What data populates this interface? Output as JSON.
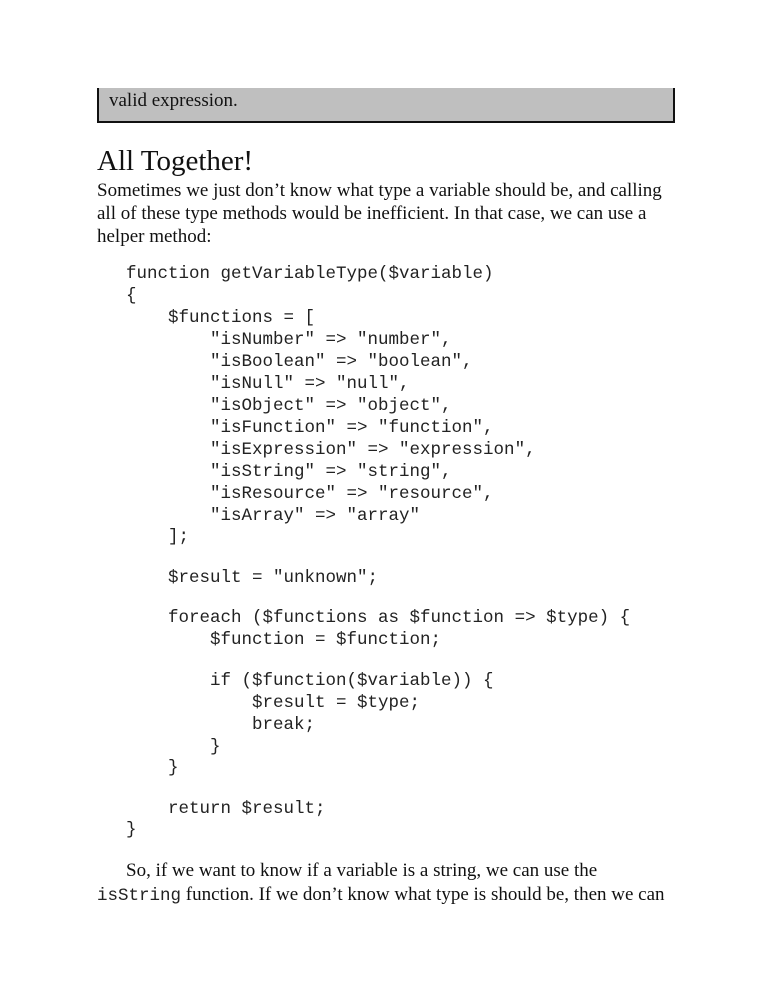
{
  "note": {
    "text": "valid expression."
  },
  "section": {
    "heading": "All Together!",
    "intro_lines": [
      "Sometimes we just don’t know what type a variable should be, and calling",
      "all of these type methods would be inefficient. In that case, we can use a",
      "helper method:"
    ]
  },
  "code": {
    "lines": [
      "function getVariableType($variable)",
      "{",
      "    $functions = [",
      "        \"isNumber\" => \"number\",",
      "        \"isBoolean\" => \"boolean\",",
      "        \"isNull\" => \"null\",",
      "        \"isObject\" => \"object\",",
      "        \"isFunction\" => \"function\",",
      "        \"isExpression\" => \"expression\",",
      "        \"isString\" => \"string\",",
      "        \"isResource\" => \"resource\",",
      "        \"isArray\" => \"array\"",
      "    ];",
      "    $result = \"unknown\";",
      "    foreach ($functions as $function => $type) {",
      "        $function = $function;",
      "        if ($function($variable)) {",
      "            $result = $type;",
      "            break;",
      "        }",
      "    }",
      "    return $result;",
      "}"
    ]
  },
  "closing": {
    "line1": "So, if we want to know if a variable is a string, we can use the",
    "inline_code": "isString",
    "line2_rest": " function. If we don’t know what type is should be, then we can"
  }
}
